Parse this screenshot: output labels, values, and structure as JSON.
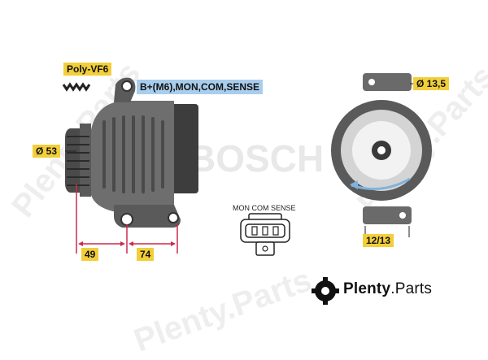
{
  "labels": {
    "belt_type": "Poly-VF6",
    "terminals": "B+(M6),MON,COM,SENSE",
    "pulley_diameter": "Ø 53",
    "dim_front": "49",
    "dim_rear": "74",
    "mount_hole_diameter": "Ø 13,5",
    "ear_width": "12/13",
    "connector_pins": "MON COM SENSE"
  },
  "watermarks": {
    "bosch": "BOSCH",
    "plenty": "Plenty.Parts"
  },
  "brand": {
    "name_bold": "Plenty",
    "name_rest": ".Parts"
  },
  "colors": {
    "label_yellow": "#f2cf3a",
    "label_blue": "#a9cdec",
    "dimension_line": "#cc2a4a",
    "body_gray": "#6e6e6e",
    "dark_gray": "#3d3d3d",
    "arrow_blue": "#7fb2dc"
  }
}
